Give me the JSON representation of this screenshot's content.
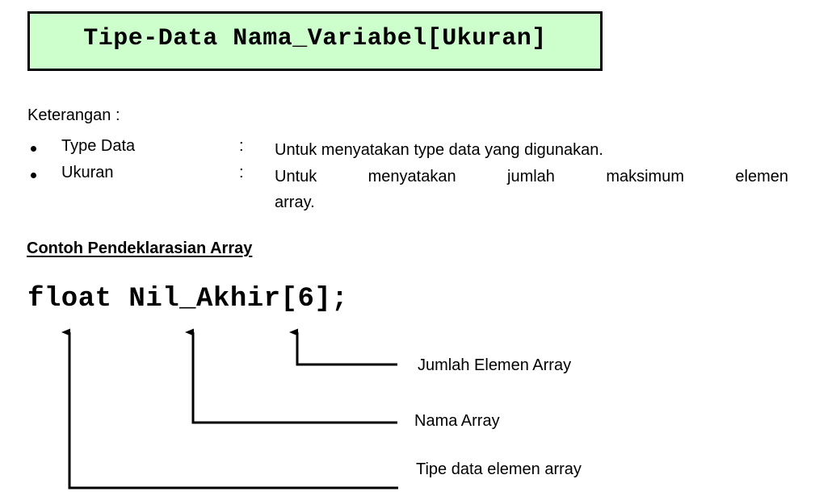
{
  "syntax_box": {
    "text": "Tipe-Data Nama_Variabel[Ukuran]",
    "background_color": "#ccffcc",
    "border_color": "#000000"
  },
  "keterangan": {
    "label": "Keterangan :",
    "items": [
      {
        "bullet": "•",
        "term": "Type Data",
        "separator": ":",
        "description": "Untuk menyatakan type data yang digunakan.",
        "description_lines": [
          "Untuk menyatakan type data yang digunakan."
        ]
      },
      {
        "bullet": "•",
        "term": "Ukuran",
        "separator": ":",
        "description": "Untuk menyatakan jumlah maksimum elemen array.",
        "description_lines": [
          "Untuk menyatakan jumlah maksimum elemen",
          "array."
        ]
      }
    ]
  },
  "contoh": {
    "heading": "Contoh Pendeklarasian Array",
    "code": "float Nil_Akhir[6];"
  },
  "callouts": {
    "line_color": "#000000",
    "items": [
      {
        "label": "Jumlah Elemen Array",
        "points_to": "[6]"
      },
      {
        "label": "Nama Array",
        "points_to": "Nil_Akhir"
      },
      {
        "label": "Tipe data elemen array",
        "points_to": "float"
      }
    ]
  }
}
